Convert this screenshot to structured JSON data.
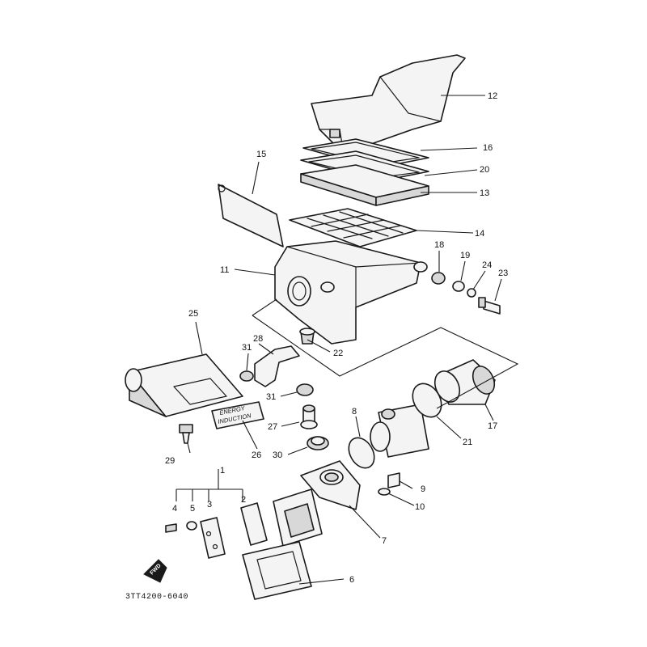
{
  "diagram": {
    "part_code": "3TT4200-6040",
    "decal": {
      "line1": "ENERGY",
      "line2": "INDUCTION"
    },
    "fwd_badge": "FWD",
    "callouts": [
      "1",
      "2",
      "3",
      "4",
      "5",
      "6",
      "7",
      "8",
      "9",
      "10",
      "11",
      "12",
      "13",
      "14",
      "15",
      "16",
      "17",
      "18",
      "19",
      "20",
      "21",
      "22",
      "23",
      "24",
      "25",
      "26",
      "27",
      "28",
      "29",
      "30",
      "31",
      "31"
    ]
  }
}
